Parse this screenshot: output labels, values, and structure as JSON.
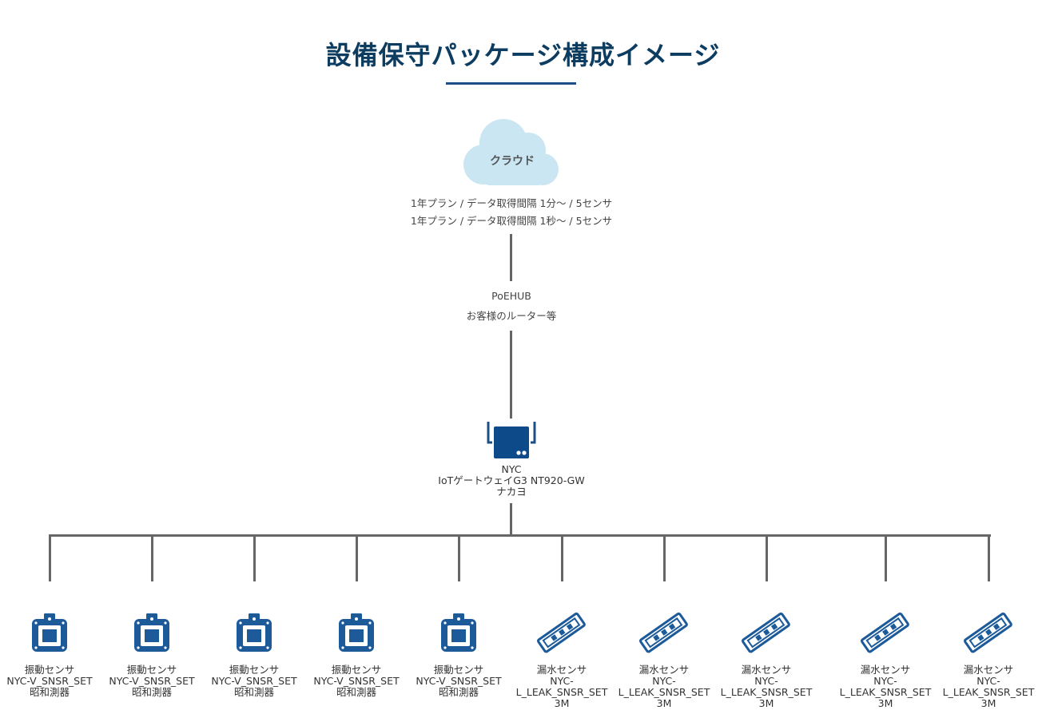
{
  "title": "設備保守パッケージ構成イメージ",
  "colors": {
    "title": "#0d3c61",
    "accent": "#1d4f86",
    "cloud": "#c9e6f2",
    "line": "#666666"
  },
  "cloud": {
    "label": "クラウド"
  },
  "plans": [
    "1年プラン / データ取得間隔 1分～ / 5センサ",
    "1年プラン / データ取得間隔 1秒～ / 5センサ"
  ],
  "hub": {
    "line1": "PoEHUB",
    "line2": "お客様のルーター等"
  },
  "gateway": {
    "icon": "gateway-router-icon",
    "line1": "NYC",
    "line2": "IoTゲートウェイG3 NT920-GW",
    "line3": "ナカヨ"
  },
  "sensors": [
    {
      "icon": "vibration-sensor-icon",
      "lines": [
        "振動センサ",
        "NYC-V_SNSR_SET",
        "昭和測器"
      ]
    },
    {
      "icon": "vibration-sensor-icon",
      "lines": [
        "振動センサ",
        "NYC-V_SNSR_SET",
        "昭和測器"
      ]
    },
    {
      "icon": "vibration-sensor-icon",
      "lines": [
        "振動センサ",
        "NYC-V_SNSR_SET",
        "昭和測器"
      ]
    },
    {
      "icon": "vibration-sensor-icon",
      "lines": [
        "振動センサ",
        "NYC-V_SNSR_SET",
        "昭和測器"
      ]
    },
    {
      "icon": "vibration-sensor-icon",
      "lines": [
        "振動センサ",
        "NYC-V_SNSR_SET",
        "昭和測器"
      ]
    },
    {
      "icon": "water-leak-sensor-icon",
      "lines": [
        "漏水センサ",
        "NYC-",
        "L_LEAK_SNSR_SET",
        "3M"
      ]
    },
    {
      "icon": "water-leak-sensor-icon",
      "lines": [
        "漏水センサ",
        "NYC-",
        "L_LEAK_SNSR_SET",
        "3M"
      ]
    },
    {
      "icon": "water-leak-sensor-icon",
      "lines": [
        "漏水センサ",
        "NYC-",
        "L_LEAK_SNSR_SET",
        "3M"
      ]
    },
    {
      "icon": "water-leak-sensor-icon",
      "lines": [
        "漏水センサ",
        "NYC-",
        "L_LEAK_SNSR_SET",
        "3M"
      ]
    },
    {
      "icon": "water-leak-sensor-icon",
      "lines": [
        "漏水センサ",
        "NYC-",
        "L_LEAK_SNSR_SET",
        "3M"
      ]
    }
  ]
}
